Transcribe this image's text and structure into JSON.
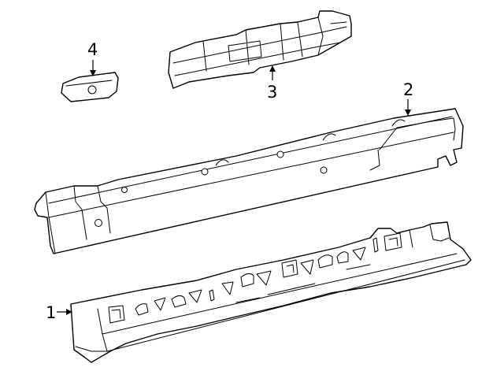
{
  "callouts": {
    "c1": "1",
    "c2": "2",
    "c3": "3",
    "c4": "4"
  }
}
